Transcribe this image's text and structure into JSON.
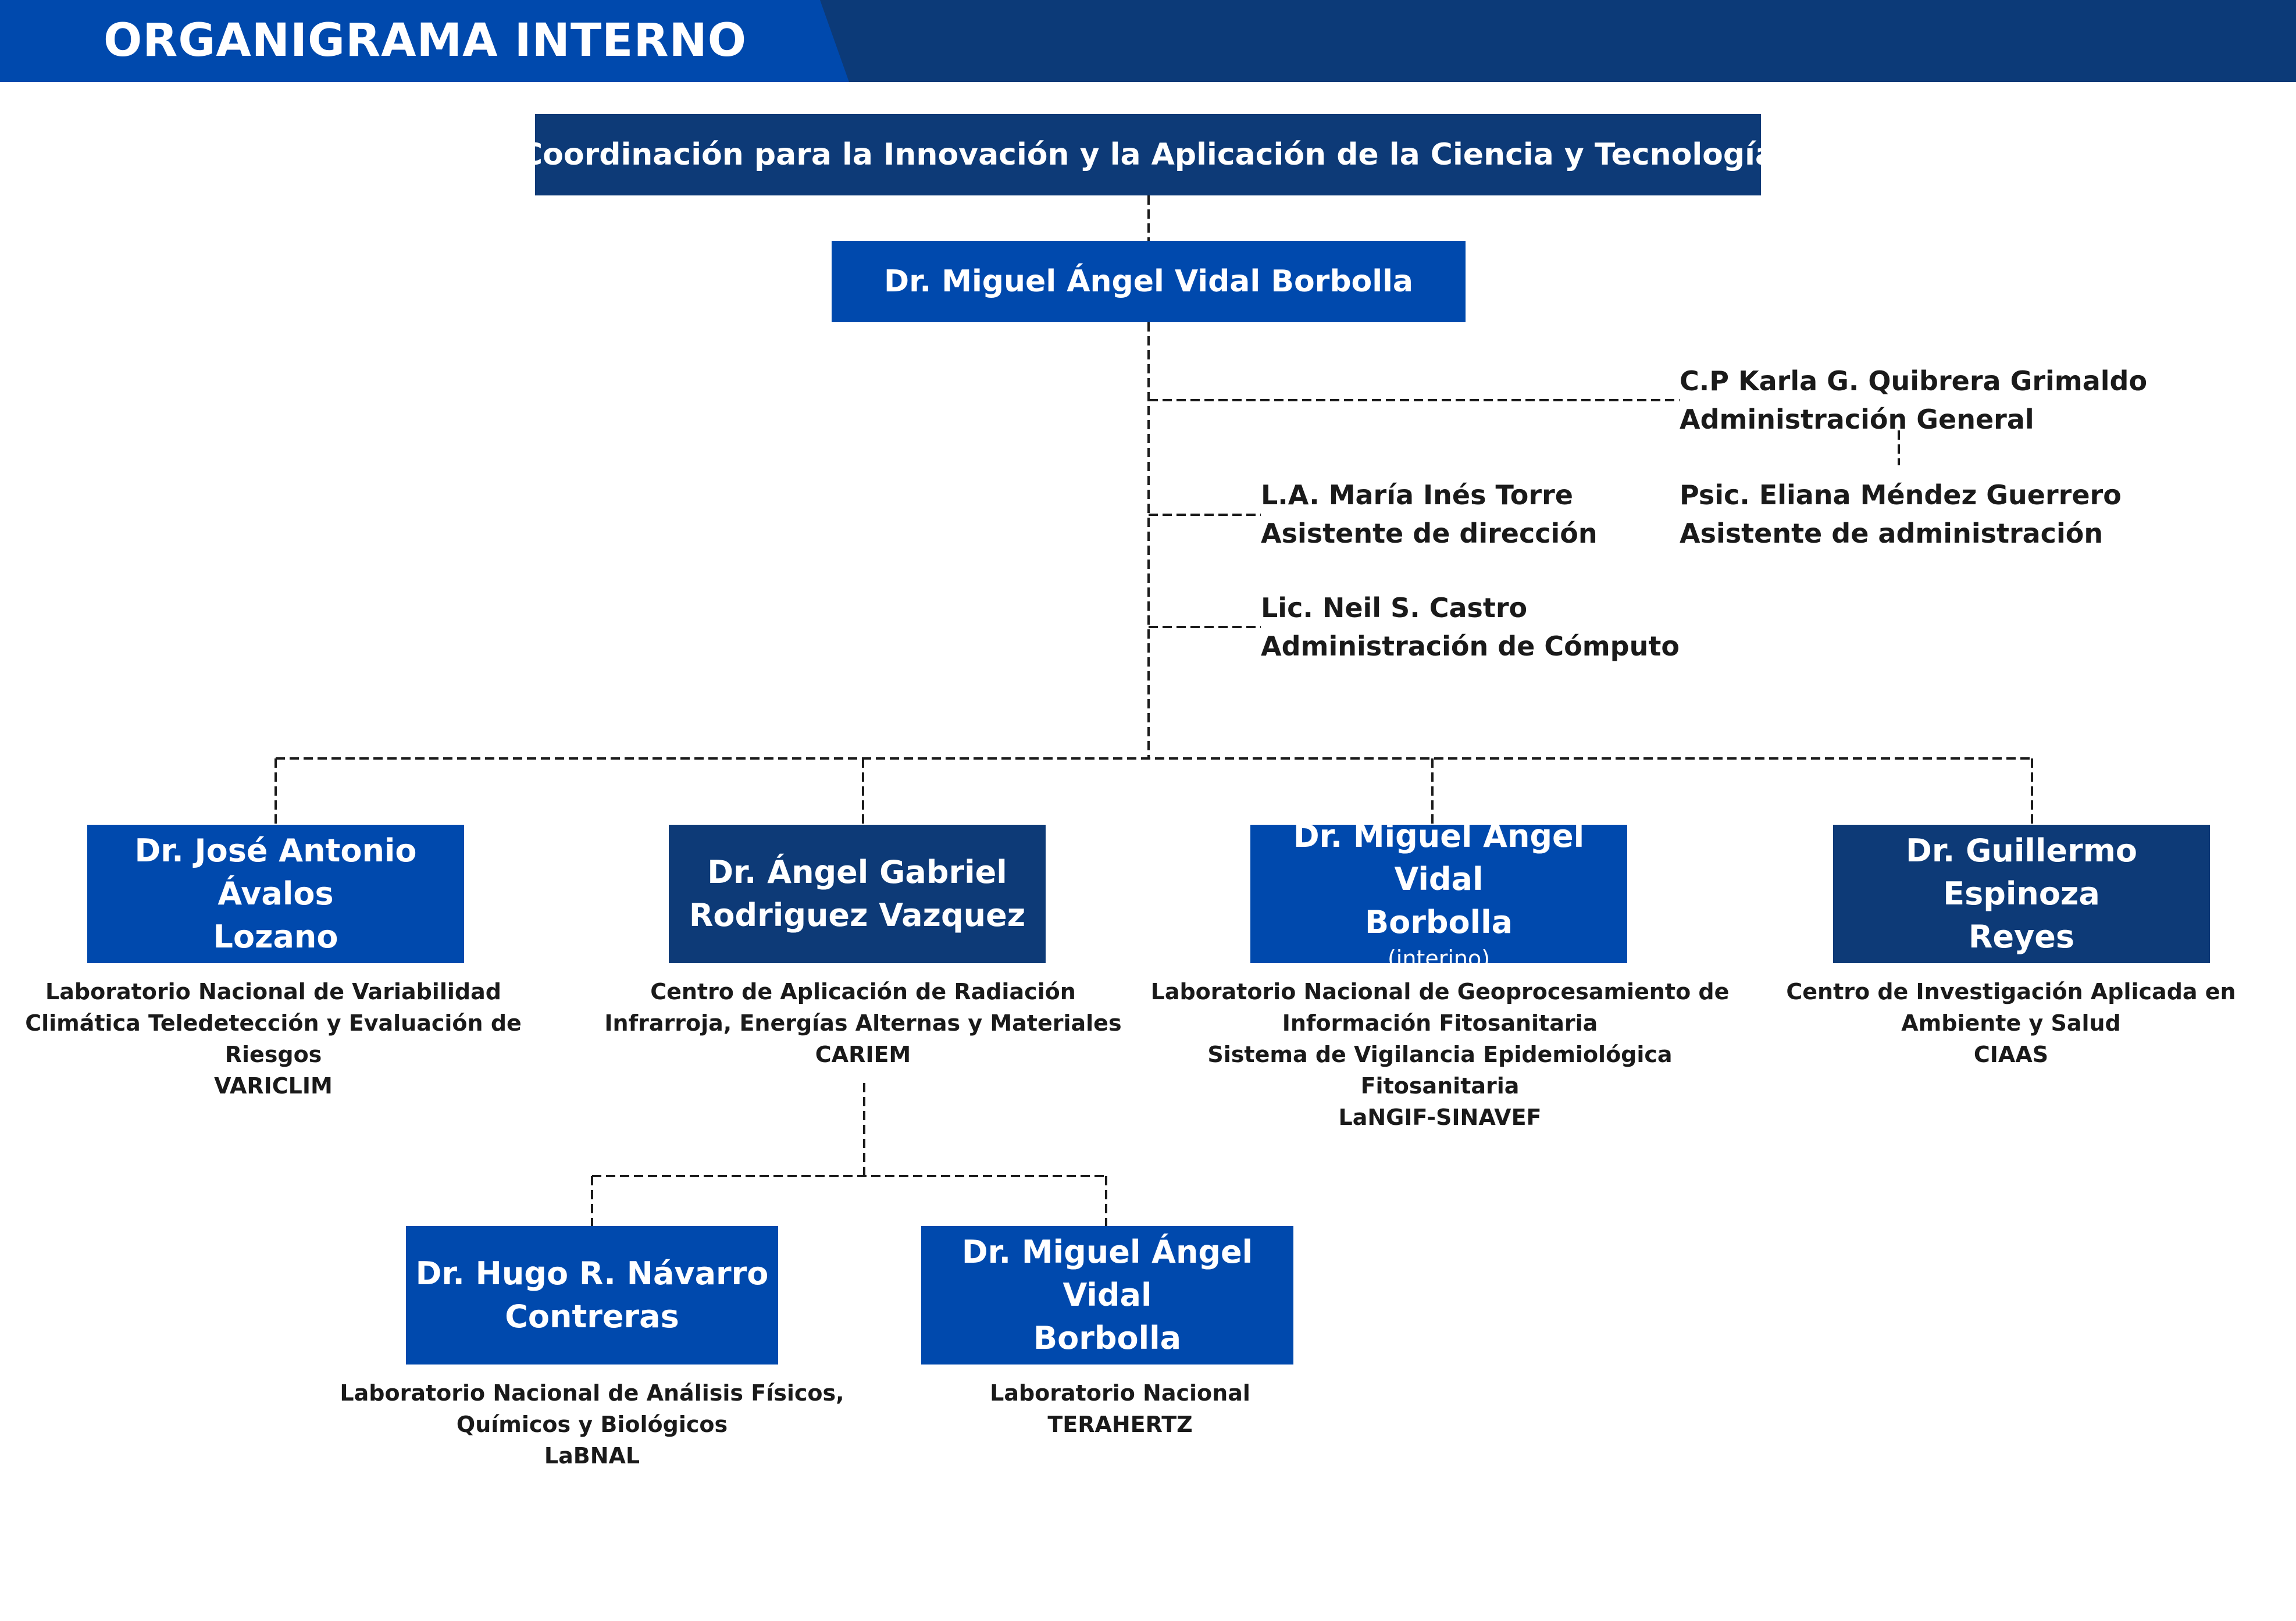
{
  "header": {
    "title": "ORGANIGRAMA INTERNO"
  },
  "top": {
    "coordination": "Coordinación para la Innovación y la Aplicación de la Ciencia y Tecnología",
    "director": "Dr. Miguel Ángel Vidal Borbolla"
  },
  "staff": [
    {
      "name": "C.P Karla G. Quibrera Grimaldo",
      "role": "Administración General"
    },
    {
      "name": "Psic. Eliana Méndez Guerrero",
      "role": "Asistente de administración"
    },
    {
      "name": "L.A. María Inés Torre",
      "role": "Asistente de dirección"
    },
    {
      "name": "Lic. Neil S. Castro",
      "role": "Administración de Cómputo"
    }
  ],
  "units": [
    {
      "name_lines": [
        "Dr. José Antonio Ávalos",
        "Lozano"
      ],
      "desc_lines": [
        "Laboratorio Nacional de Variabilidad",
        "Climática Teledetección y Evaluación de",
        "Riesgos",
        "VARICLIM"
      ]
    },
    {
      "name_lines": [
        "Dr. Ángel Gabriel",
        "Rodriguez Vazquez"
      ],
      "desc_lines": [
        "Centro de Aplicación de Radiación",
        "Infrarroja, Energías Alternas y Materiales",
        "CARIEM"
      ]
    },
    {
      "name_lines": [
        "Dr. Miguel Ángel Vidal",
        "Borbolla"
      ],
      "tag": "(interino)",
      "desc_lines": [
        "Laboratorio Nacional de Geoprocesamiento de",
        "Información Fitosanitaria",
        "Sistema de Vigilancia Epidemiológica",
        "Fitosanitaria",
        "LaNGIF-SINAVEF"
      ]
    },
    {
      "name_lines": [
        "Dr. Guillermo Espinoza",
        "Reyes"
      ],
      "desc_lines": [
        "Centro de Investigación Aplicada en",
        "Ambiente y Salud",
        "CIAAS"
      ]
    }
  ],
  "sub_units": [
    {
      "name_lines": [
        "Dr. Hugo R. Návarro",
        "Contreras"
      ],
      "desc_lines": [
        "Laboratorio Nacional de Análisis Físicos,",
        "Químicos y Biológicos",
        "LaBNAL"
      ]
    },
    {
      "name_lines": [
        "Dr. Miguel Ángel Vidal",
        "Borbolla"
      ],
      "desc_lines": [
        "Laboratorio Nacional",
        "TERAHERTZ"
      ]
    }
  ],
  "colors": {
    "dark_navy": "#0d3a77",
    "royal_blue": "#0049ad",
    "text": "#1a1a1a"
  }
}
